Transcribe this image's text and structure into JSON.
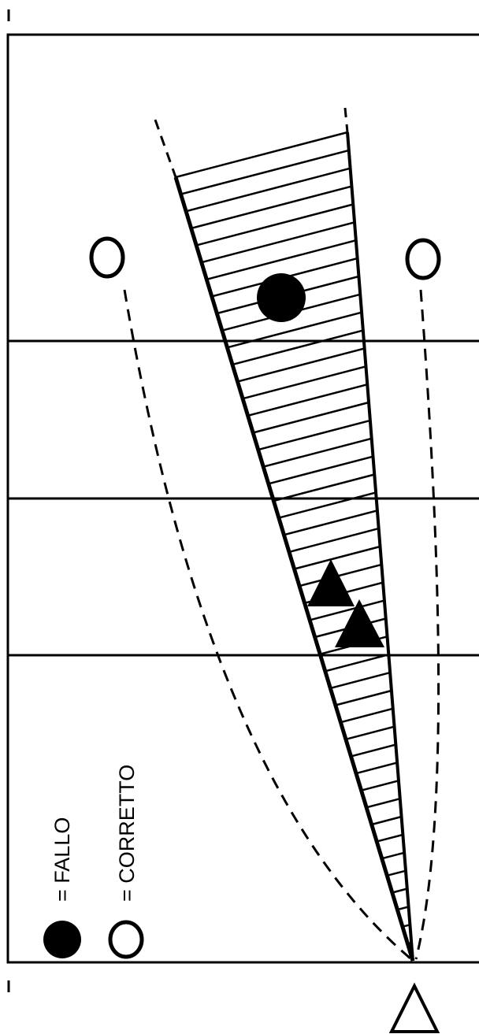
{
  "diagram": {
    "line_color": "#000000",
    "fill_color": "#ffffff",
    "court": {
      "attack_lines": 3
    },
    "hatched_zone": {
      "description_icon": "hatched-triangle"
    },
    "markers": {
      "fault_balls": 1,
      "correct_balls": 2,
      "blockers": 2,
      "server": 1
    }
  },
  "legend": {
    "fault": {
      "icon": "filled-circle-icon",
      "label": "= FALLO"
    },
    "correct": {
      "icon": "open-circle-icon",
      "label": "= CORRETTO"
    }
  }
}
